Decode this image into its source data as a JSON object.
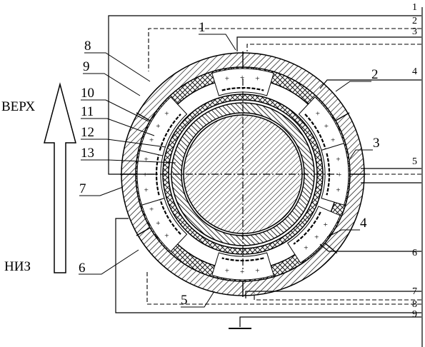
{
  "direction": {
    "up_label": "ВЕРХ",
    "down_label": "НИЗ"
  },
  "sensor_callouts": [
    {
      "id": "1",
      "label": "1"
    },
    {
      "id": "2",
      "label": "2"
    },
    {
      "id": "3",
      "label": "3"
    },
    {
      "id": "4",
      "label": "4"
    },
    {
      "id": "5",
      "label": "5"
    },
    {
      "id": "6",
      "label": "6"
    },
    {
      "id": "7",
      "label": "7"
    },
    {
      "id": "8",
      "label": "8"
    },
    {
      "id": "9",
      "label": "9"
    },
    {
      "id": "10",
      "label": "10"
    },
    {
      "id": "11",
      "label": "11"
    },
    {
      "id": "12",
      "label": "12"
    },
    {
      "id": "13",
      "label": "13"
    }
  ],
  "wire_labels": [
    "1",
    "2",
    "3",
    "4",
    "5",
    "6",
    "7",
    "8",
    "9"
  ],
  "ground_symbol": "ground-icon"
}
